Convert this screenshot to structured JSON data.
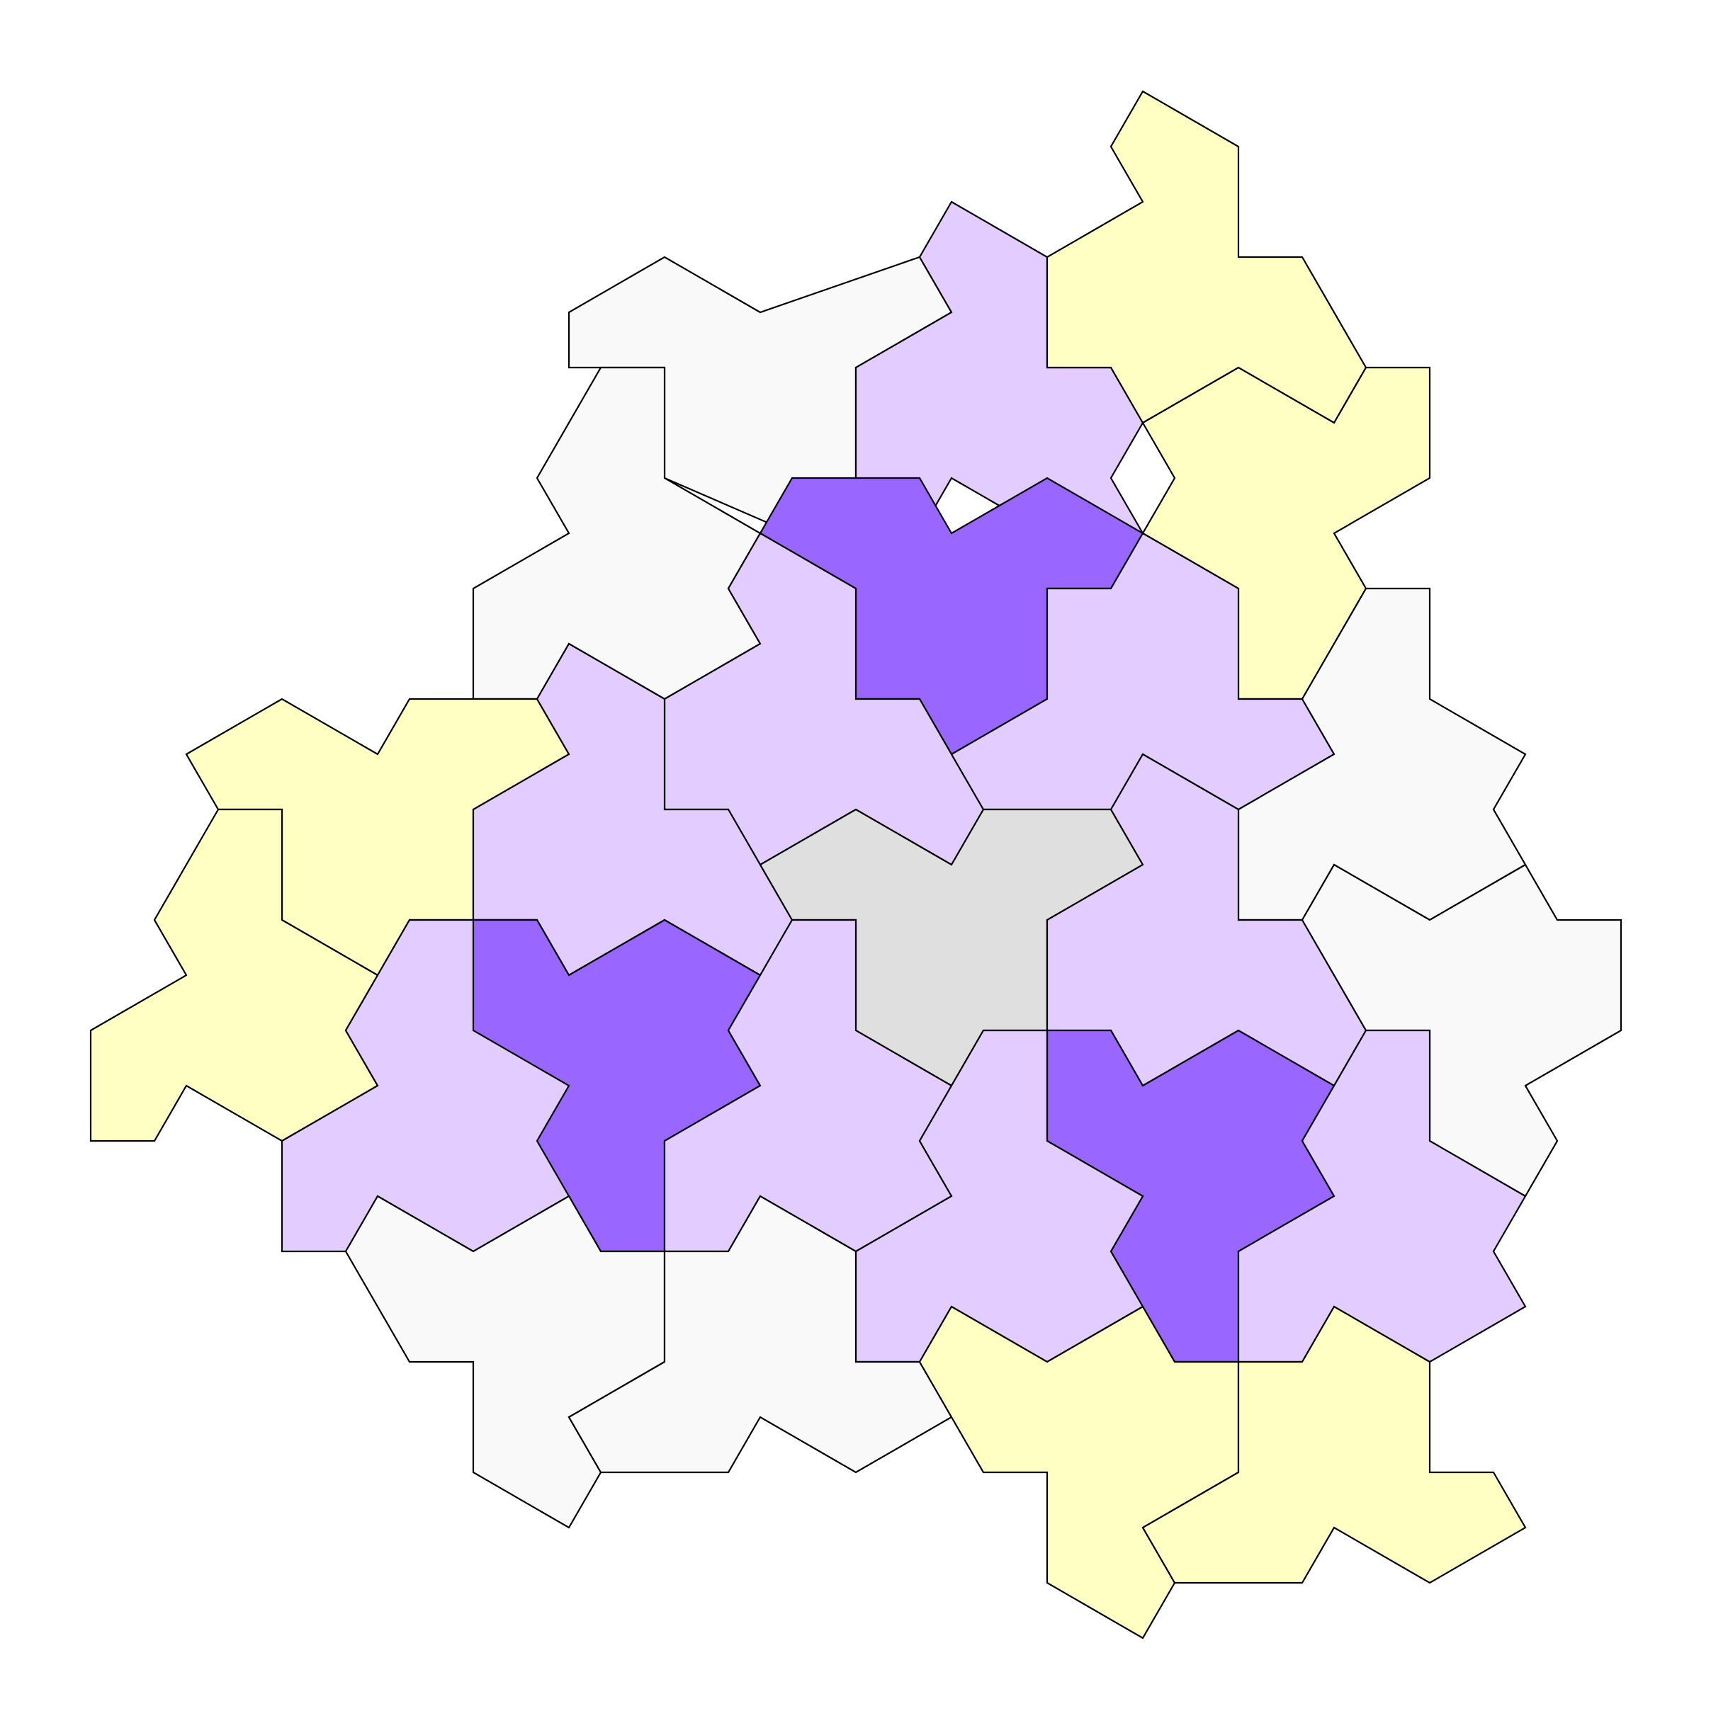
{
  "colors": {
    "background": "#ffffff",
    "outline": "#000000",
    "pale_gray": "#f9f9f9",
    "gray": "#dfdfdf",
    "light_purple": "#e3ccff",
    "purple": "#9966ff",
    "light_yellow": "#ffffc4"
  },
  "tiles": [
    {
      "fill": "pale_gray"
    },
    {
      "fill": "light_purple"
    },
    {
      "fill": "light_yellow"
    },
    {
      "fill": "light_yellow"
    },
    {
      "fill": "pale_gray"
    },
    {
      "fill": "purple"
    },
    {
      "fill": "light_purple"
    },
    {
      "fill": "light_purple"
    },
    {
      "fill": "light_yellow"
    },
    {
      "fill": "light_purple"
    },
    {
      "fill": "pale_gray"
    },
    {
      "fill": "gray"
    },
    {
      "fill": "light_yellow"
    },
    {
      "fill": "light_purple"
    },
    {
      "fill": "pale_gray"
    },
    {
      "fill": "light_purple"
    },
    {
      "fill": "purple"
    },
    {
      "fill": "light_purple"
    },
    {
      "fill": "purple"
    },
    {
      "fill": "light_purple"
    },
    {
      "fill": "light_purple"
    },
    {
      "fill": "pale_gray"
    },
    {
      "fill": "pale_gray"
    },
    {
      "fill": "light_yellow"
    },
    {
      "fill": "light_yellow"
    }
  ]
}
